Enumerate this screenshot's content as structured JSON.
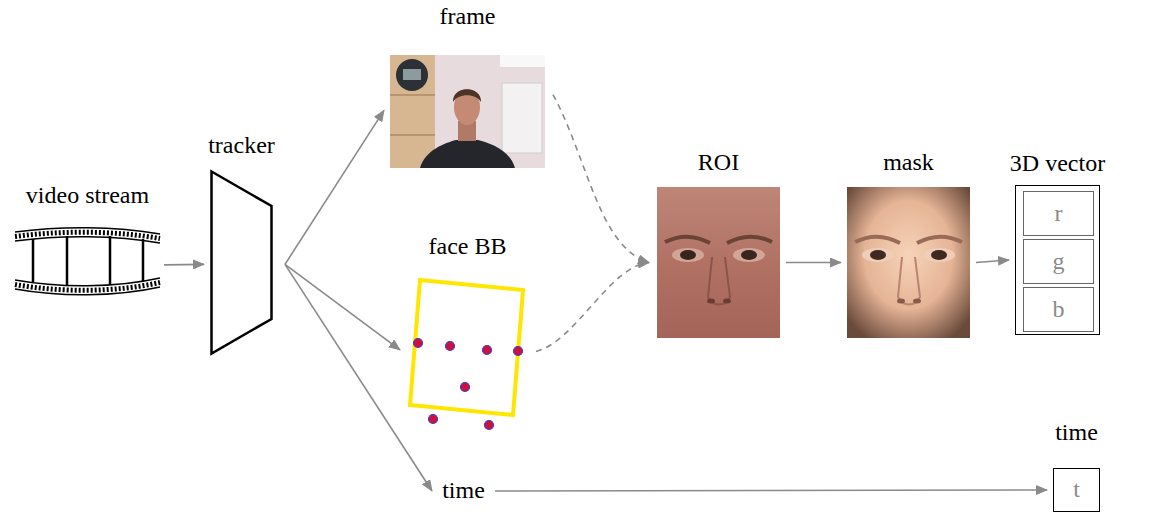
{
  "diagram": {
    "nodes": [
      {
        "text": [
          "video stream"
        ]
      },
      {
        "text": [
          "tracker"
        ]
      },
      {
        "text": [
          "frame"
        ]
      },
      {
        "text": [
          "face BB"
        ]
      },
      {
        "text": [
          "time"
        ]
      },
      {
        "text": [
          "ROI"
        ]
      },
      {
        "text": [
          "mask"
        ]
      },
      {
        "text": [
          "3D vector"
        ]
      },
      {
        "text": [
          "r"
        ],
        "in": 7
      },
      {
        "text": [
          "g"
        ],
        "in": 7
      },
      {
        "text": [
          "b"
        ],
        "in": 7
      },
      {
        "text": [
          "time",
          "t"
        ]
      }
    ],
    "edges": [
      {
        "from": 0,
        "to": 1,
        "arrow": "to"
      },
      {
        "from": 1,
        "to": 2,
        "arrow": "to"
      },
      {
        "from": 1,
        "to": 3,
        "arrow": "to"
      },
      {
        "from": 1,
        "to": 4,
        "arrow": "to"
      },
      {
        "from": 2,
        "to": 5,
        "arrow": "to"
      },
      {
        "from": 3,
        "to": 5,
        "arrow": "to"
      },
      {
        "from": 5,
        "to": 6,
        "arrow": "to"
      },
      {
        "from": 6,
        "to": 7,
        "arrow": "to"
      },
      {
        "from": 4,
        "to": 11,
        "arrow": "to"
      }
    ]
  }
}
